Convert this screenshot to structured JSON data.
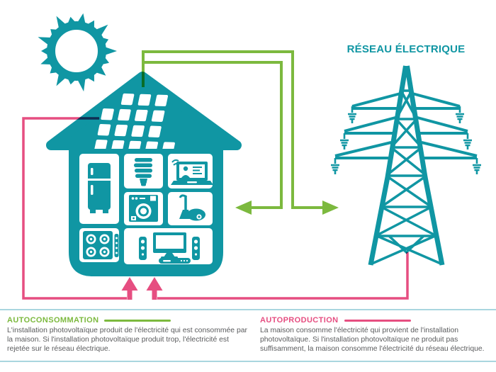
{
  "title": {
    "reseau_electrique": "RÉSEAU ÉLECTRIQUE"
  },
  "legend": {
    "autoconsommation": {
      "label": "AUTOCONSOMMATION",
      "description": "L'installation photovoltaïque produit de l'électricité qui est consommée par la maison. Si l'installation photovoltaïque produit trop, l'électricité est rejetée sur le réseau électrique."
    },
    "autoproduction": {
      "label": "AUTOPRODUCTION",
      "description": "La maison consomme l'électricité qui provient de l'installation photovoltaïque. Si l'installation photovoltaïque ne produit pas suffisamment, la maison consomme l'électricité du réseau électrique."
    }
  },
  "icons": {
    "sun": "sun-icon",
    "solar_panel": "solar-panel-icon",
    "fridge": "fridge-icon",
    "cfl_bulb": "cfl-bulb-icon",
    "laptop_video_call": "laptop-video-call-icon",
    "washing_machine": "washing-machine-icon",
    "vacuum_cleaner": "vacuum-cleaner-icon",
    "stove": "stove-icon",
    "home_theater": "home-theater-icon",
    "pylon": "electricity-pylon-icon"
  },
  "colors": {
    "teal": "#1096A3",
    "pink": "#E64E81",
    "green": "#7CB93E",
    "separator": "#A9D6DF",
    "text": "#5A5B5D"
  }
}
